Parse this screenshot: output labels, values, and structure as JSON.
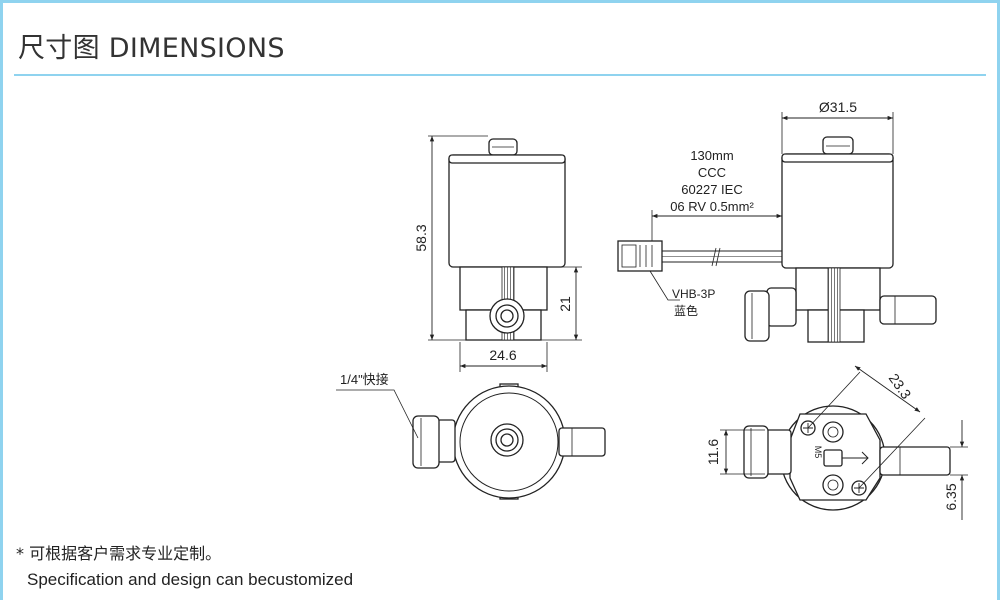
{
  "title": "尺寸图 DIMENSIONS",
  "colors": {
    "frame": "#8fd3ef",
    "line": "#222222",
    "fill": "#ffffff",
    "hatch": "#555555"
  },
  "front_view": {
    "dim_height": "58.3",
    "dim_body_height": "21",
    "dim_width": "24.6"
  },
  "side_view": {
    "dim_diameter": "Ø31.5",
    "cable_spec": [
      "130mm",
      "CCC",
      "60227 IEC",
      "06 RV 0.5mm²"
    ],
    "connector_label": "VHB-3P",
    "connector_color": "蓝色"
  },
  "top_view": {
    "fitting_label": "1/4\"快接"
  },
  "bottom_view": {
    "dim_diagonal": "23.3",
    "dim_port_height": "11.6",
    "dim_port_dia": "6.35",
    "thread_mark": "M5"
  },
  "notes": {
    "cn": "* 可根据客户需求专业定制。",
    "en": "Specification and design can becustomized"
  }
}
